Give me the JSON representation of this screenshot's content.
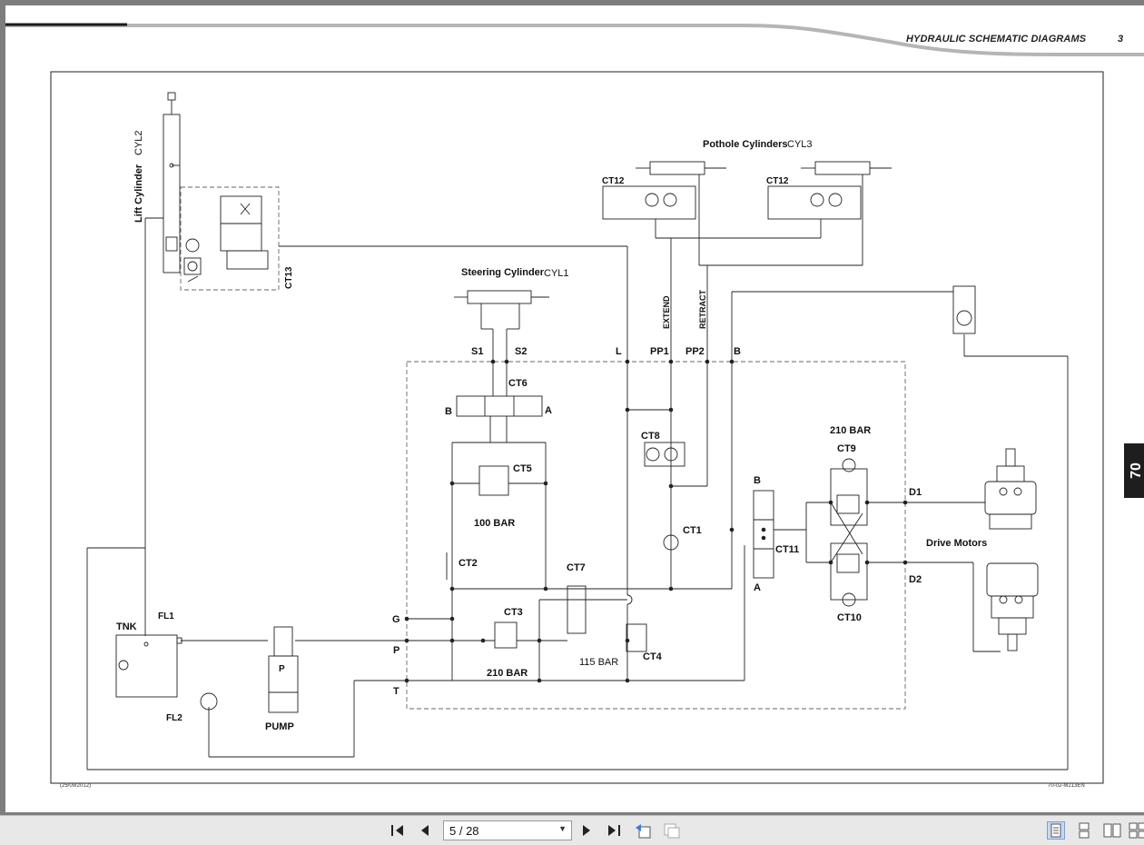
{
  "document": {
    "header_title": "HYDRAULIC SCHEMATIC DIAGRAMS",
    "page_number": "3",
    "side_tab": "70",
    "footer_date": "(25/09/2012)",
    "footer_code": "70-02-M213EN"
  },
  "schematic": {
    "lift_cylinder": "Lift Cylinder",
    "cyl2": "CYL2",
    "ct13": "CT13",
    "pothole_cylinders": "Pothole Cylinders",
    "cyl3": "CYL3",
    "ct12_left": "CT12",
    "ct12_right": "CT12",
    "steering_cylinder": "Steering Cylinder",
    "cyl1": "CYL1",
    "extend": "EXTEND",
    "retract": "RETRACT",
    "port_s1": "S1",
    "port_s2": "S2",
    "port_l": "L",
    "port_pp1": "PP1",
    "port_pp2": "PP2",
    "port_b_top": "B",
    "ct6": "CT6",
    "ct6_b": "B",
    "ct6_a": "A",
    "ct5": "CT5",
    "pressure_100": "100 BAR",
    "ct8": "CT8",
    "ct1": "CT1",
    "ct2": "CT2",
    "ct7": "CT7",
    "ct3": "CT3",
    "pressure_210_ct3": "210 BAR",
    "ct4": "CT4",
    "pressure_115": "115 BAR",
    "pressure_210_ct9": "210 BAR",
    "ct9": "CT9",
    "ct10": "CT10",
    "ct11": "CT11",
    "ct11_b": "B",
    "ct11_a": "A",
    "port_d1": "D1",
    "port_d2": "D2",
    "drive_motors": "Drive Motors",
    "tnk": "TNK",
    "fl1": "FL1",
    "fl2": "FL2",
    "pump_p": "P",
    "pump": "PUMP",
    "port_g": "G",
    "port_p": "P",
    "port_t": "T"
  },
  "toolbar": {
    "page_indicator": "5 / 28",
    "icons": [
      "first-page-icon",
      "previous-page-icon",
      "next-page-icon",
      "last-page-icon",
      "go-back-view-icon",
      "go-forward-view-icon",
      "single-page-view-icon",
      "continuous-view-icon",
      "two-page-view-icon",
      "two-page-continuous-view-icon"
    ]
  }
}
